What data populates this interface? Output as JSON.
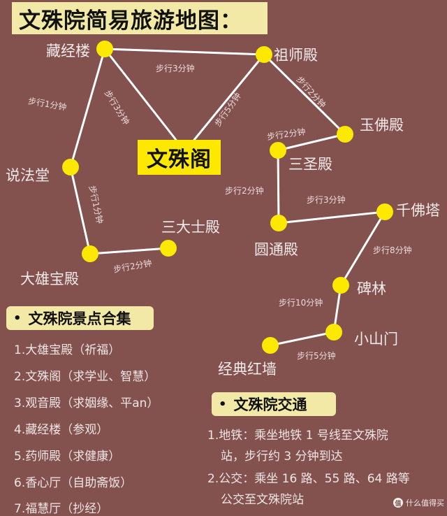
{
  "title": "文殊院简易旅游地图：",
  "colors": {
    "background": "#83514e",
    "title_bg": "#f3e9a7",
    "node_fill": "#fde900",
    "center_bg": "#fde900",
    "line": "#ffffff",
    "text": "#f3eaea"
  },
  "center": {
    "label": "文殊阁"
  },
  "nodes": [
    {
      "id": "cangjinglou",
      "label": "藏经楼"
    },
    {
      "id": "zushidian",
      "label": "祖师殿"
    },
    {
      "id": "shuofatang",
      "label": "说法堂"
    },
    {
      "id": "yufodian",
      "label": "玉佛殿"
    },
    {
      "id": "sanshengdian",
      "label": "三圣殿"
    },
    {
      "id": "dаxiongbaodian",
      "label": "大雄宝殿"
    },
    {
      "id": "sandashidian",
      "label": "三大士殿"
    },
    {
      "id": "yuantongdian",
      "label": "圆通殿"
    },
    {
      "id": "qianfota",
      "label": "千佛塔"
    },
    {
      "id": "beilin",
      "label": "碑林"
    },
    {
      "id": "xiaoshanmen",
      "label": "小山门"
    },
    {
      "id": "jingdianhongqiang",
      "label": "经典红墙"
    }
  ],
  "edges": [
    {
      "from": "藏经楼",
      "to": "祖师殿",
      "label": "步行3分钟"
    },
    {
      "from": "藏经楼",
      "to": "说法堂",
      "label": "步行1分钟"
    },
    {
      "from": "藏经楼",
      "to": "文殊阁",
      "label": "步行3分钟"
    },
    {
      "from": "祖师殿",
      "to": "文殊阁",
      "label": "步行5分钟"
    },
    {
      "from": "祖师殿",
      "to": "玉佛殿",
      "label": "步行2分钟"
    },
    {
      "from": "玉佛殿",
      "to": "三圣殿",
      "label": "步行2分钟"
    },
    {
      "from": "说法堂",
      "to": "大雄宝殿",
      "label": "步行1分钟"
    },
    {
      "from": "大雄宝殿",
      "to": "三大士殿",
      "label": "步行2分钟"
    },
    {
      "from": "三圣殿",
      "to": "圆通殿",
      "label": "步行2分钟"
    },
    {
      "from": "圆通殿",
      "to": "千佛塔",
      "label": "步行3分钟"
    },
    {
      "from": "千佛塔",
      "to": "碑林",
      "label": "步行8分钟"
    },
    {
      "from": "碑林",
      "to": "小山门",
      "label": "步行10分钟"
    },
    {
      "from": "小山门",
      "to": "经典红墙",
      "label": "步行5分钟"
    }
  ],
  "attractions": {
    "heading": "文殊院景点合集",
    "bullet": "•",
    "items": [
      "1.大雄宝殿（祈福）",
      "2.文殊阁（求学业、智慧）",
      "3.观音殿（求姻缘、平an）",
      "4.藏经楼（参观）",
      "5.药师殿（求健康）",
      "6.香心厅（自助斋饭）",
      "7.福慧厅（抄经）"
    ]
  },
  "transport": {
    "heading": "文殊院交通",
    "bullet": "•",
    "lines": [
      "1.地铁：乘坐地铁 1 号线至文殊院",
      "站，步行约 3 分钟到达",
      "2.公交：乘坐 16 路、55 路、64 路等",
      "公交至文殊院站"
    ]
  },
  "watermark": {
    "logo": "值",
    "text": "什么值得买"
  }
}
